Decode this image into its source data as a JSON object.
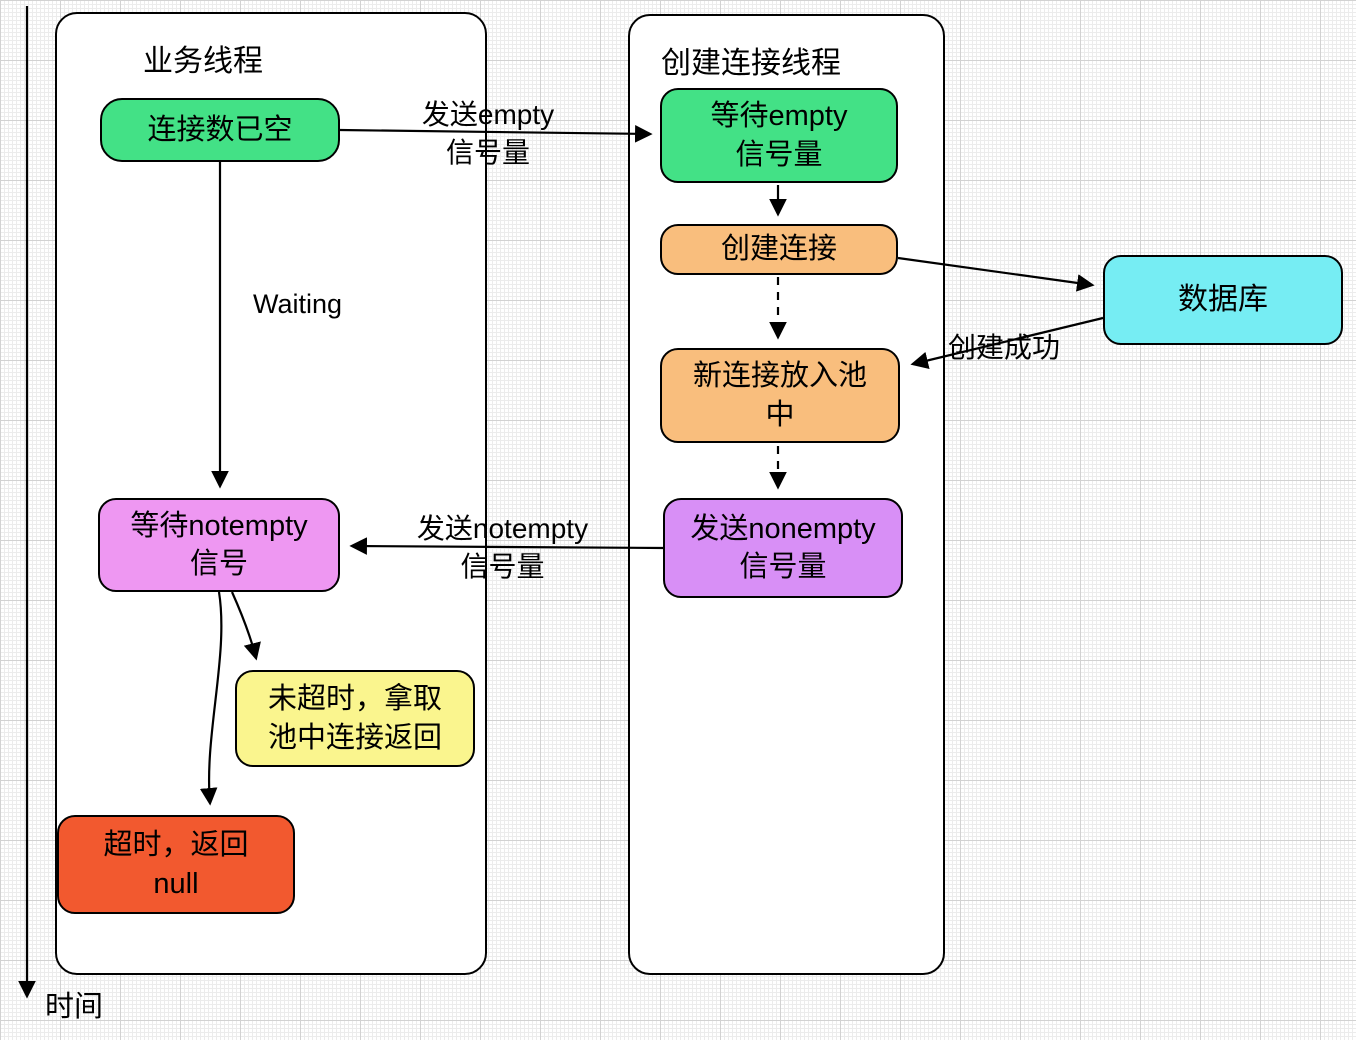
{
  "diagram": {
    "time_axis_label": "时间",
    "lanes": {
      "business": {
        "title": "业务线程"
      },
      "creator": {
        "title": "创建连接线程"
      }
    },
    "nodes": {
      "conn_empty": {
        "lines": [
          "连接数已空"
        ],
        "fill": "#43E186"
      },
      "wait_empty": {
        "lines": [
          "等待empty",
          "信号量"
        ],
        "fill": "#43E186"
      },
      "create_conn": {
        "lines": [
          "创建连接"
        ],
        "fill": "#F9BE7D"
      },
      "put_in_pool": {
        "lines": [
          "新连接放入池",
          "中"
        ],
        "fill": "#F9BE7D"
      },
      "send_nonempty": {
        "lines": [
          "发送nonempty",
          "信号量"
        ],
        "fill": "#D88FF6"
      },
      "wait_notempty": {
        "lines": [
          "等待notempty",
          "信号"
        ],
        "fill": "#EE97F2"
      },
      "not_timeout": {
        "lines": [
          "未超时，拿取",
          "池中连接返回"
        ],
        "fill": "#FAF58E"
      },
      "timeout_null": {
        "lines": [
          "超时，返回",
          "null"
        ],
        "fill": "#F2592F"
      },
      "database": {
        "lines": [
          "数据库"
        ],
        "fill": "#76EDF3"
      }
    },
    "edge_labels": {
      "send_empty": {
        "lines": [
          "发送empty",
          "信号量"
        ]
      },
      "send_notempty": {
        "lines": [
          "发送notempty",
          "信号量"
        ]
      },
      "create_success": "创建成功",
      "waiting": "Waiting"
    }
  }
}
